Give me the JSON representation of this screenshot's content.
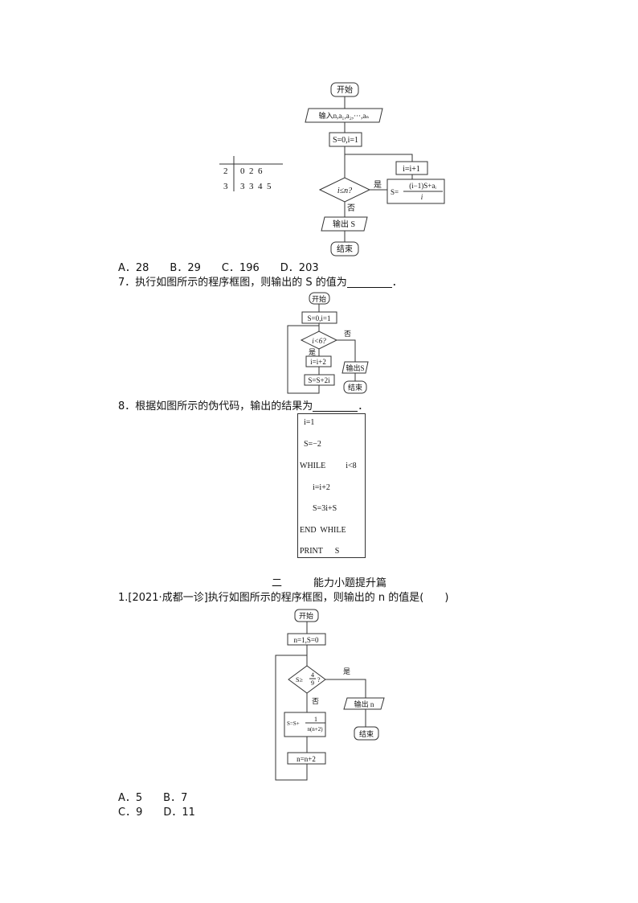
{
  "q6": {
    "stem_leaf": {
      "rows": [
        {
          "stem": "2",
          "leaves": "0  2  6"
        },
        {
          "stem": "3",
          "leaves": "3  3  4  5"
        }
      ]
    },
    "flow": {
      "start": "开始",
      "input": "输入n,a₁,a₂,···,aₙ",
      "init": "S=0,i=1",
      "inc": "i=i+1",
      "cond": "i≤n?",
      "yes": "是",
      "no": "否",
      "formula_lhs": "S=",
      "formula_num": "(i−1)S+aᵢ",
      "formula_den": "i",
      "output": "输出 S",
      "end": "结束"
    },
    "options": "A．28　　B．29　　C．196　　D．203"
  },
  "q7": {
    "text": "7．执行如图所示的程序框图，则输出的 S 的值为",
    "flow": {
      "start": "开始",
      "init": "S=0,i=1",
      "cond": "i<6?",
      "yes": "是",
      "no": "否",
      "inc": "i=i+2",
      "update": "S=S+2i",
      "output": "输出S",
      "end": "结束"
    }
  },
  "q8": {
    "text": "8．根据如图所示的伪代码，输出的结果为",
    "code": [
      "i=1",
      "S=−2",
      "WHILE          i<8",
      "i=i+2",
      "S=3i+S",
      "END  WHILE",
      "PRINT      S"
    ]
  },
  "section": "二　　　能力小题提升篇",
  "p1": {
    "text": "1.[2021·成都一诊]执行如图所示的程序框图，则输出的 n 的值是(　　)",
    "flow": {
      "start": "开始",
      "init": "n=1,S=0",
      "cond_lhs": "S≥",
      "cond_num": "4",
      "cond_den": "9",
      "cond_q": "?",
      "yes": "是",
      "no": "否",
      "update_lhs": "S=S+",
      "update_num": "1",
      "update_den": "n(n+2)",
      "inc": "n=n+2",
      "output": "输出 n",
      "end": "结束"
    },
    "options_row1": "A．5　　B．7",
    "options_row2": "C．9　　D．11"
  }
}
